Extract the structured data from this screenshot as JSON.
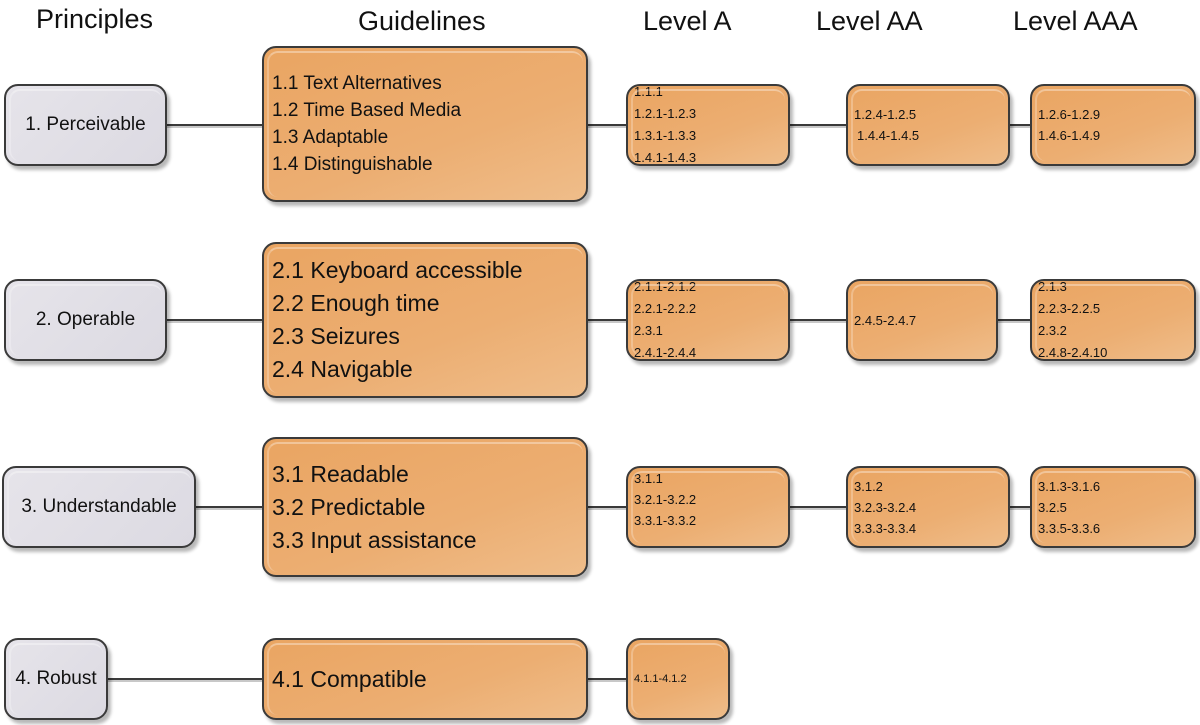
{
  "headers": {
    "principles": "Principles",
    "guidelines": "Guidelines",
    "level_a": "Level A",
    "level_aa": "Level AA",
    "level_aaa": "Level AAA"
  },
  "colors": {
    "principle_fill": "#e2e0e6",
    "guideline_fill": "#eba96a",
    "border": "#3a3a3a"
  },
  "rows": [
    {
      "principle": "1. Perceivable",
      "guidelines": [
        "1.1 Text Alternatives",
        "1.2 Time Based Media",
        "1.3 Adaptable",
        "1.4 Distinguishable"
      ],
      "level_a": [
        "1.1.1",
        "1.2.1-1.2.3",
        "1.3.1-1.3.3",
        "1.4.1-1.4.3"
      ],
      "level_aa": [
        "1.2.4-1.2.5",
        "1.4.4-1.4.5"
      ],
      "level_aaa": [
        "1.2.6-1.2.9",
        "1.4.6-1.4.9"
      ]
    },
    {
      "principle": "2. Operable",
      "guidelines": [
        "2.1 Keyboard accessible",
        "2.2 Enough time",
        "2.3 Seizures",
        "2.4 Navigable"
      ],
      "level_a": [
        "2.1.1-2.1.2",
        "2.2.1-2.2.2",
        "2.3.1",
        "2.4.1-2.4.4"
      ],
      "level_aa": [
        "2.4.5-2.4.7"
      ],
      "level_aaa": [
        "2.1.3",
        "2.2.3-2.2.5",
        "2.3.2",
        "2.4.8-2.4.10"
      ]
    },
    {
      "principle": "3. Understandable",
      "guidelines": [
        "3.1 Readable",
        "3.2 Predictable",
        "3.3 Input assistance"
      ],
      "level_a": [
        "3.1.1",
        "3.2.1-3.2.2",
        "3.3.1-3.3.2"
      ],
      "level_aa": [
        "3.1.2",
        "3.2.3-3.2.4",
        "3.3.3-3.3.4"
      ],
      "level_aaa": [
        "3.1.3-3.1.6",
        "3.2.5",
        "3.3.5-3.3.6"
      ]
    },
    {
      "principle": "4. Robust",
      "guidelines": [
        "4.1 Compatible"
      ],
      "level_a": [
        "4.1.1-4.1.2"
      ]
    }
  ]
}
